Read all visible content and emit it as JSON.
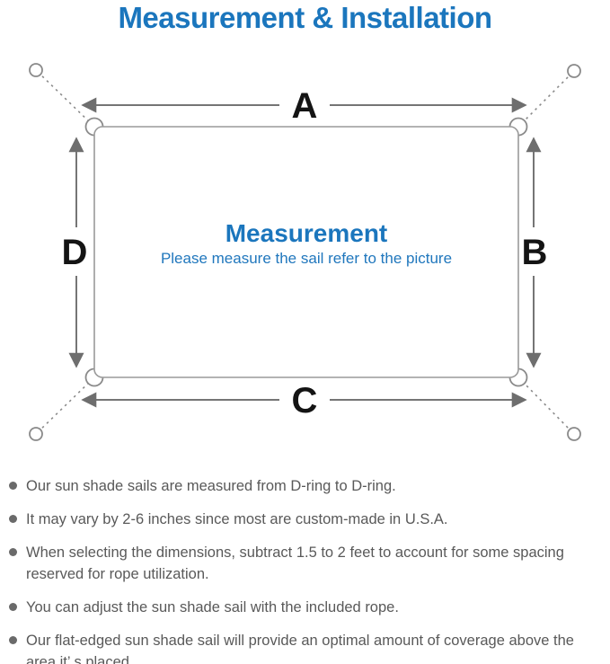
{
  "title": "Measurement & Installation",
  "diagram": {
    "center_title": "Measurement",
    "center_subtitle": "Please measure the sail refer to the picture",
    "labels": {
      "top": "A",
      "right": "B",
      "bottom": "C",
      "left": "D"
    }
  },
  "notes": [
    "Our sun shade sails are measured from D-ring to D-ring.",
    "It may vary by 2-6 inches since most are custom-made in U.S.A.",
    "When selecting the dimensions, subtract 1.5 to 2 feet to account for some spacing reserved for rope utilization.",
    "You can adjust the sun shade sail with the included rope.",
    "Our flat-edged sun shade sail will provide an optimal amount of coverage above the area it’ s placed."
  ],
  "colors": {
    "accent_blue": "#1b76bd",
    "body_text_gray": "#595959",
    "line_gray": "#8a8a8a",
    "label_black": "#141414"
  }
}
